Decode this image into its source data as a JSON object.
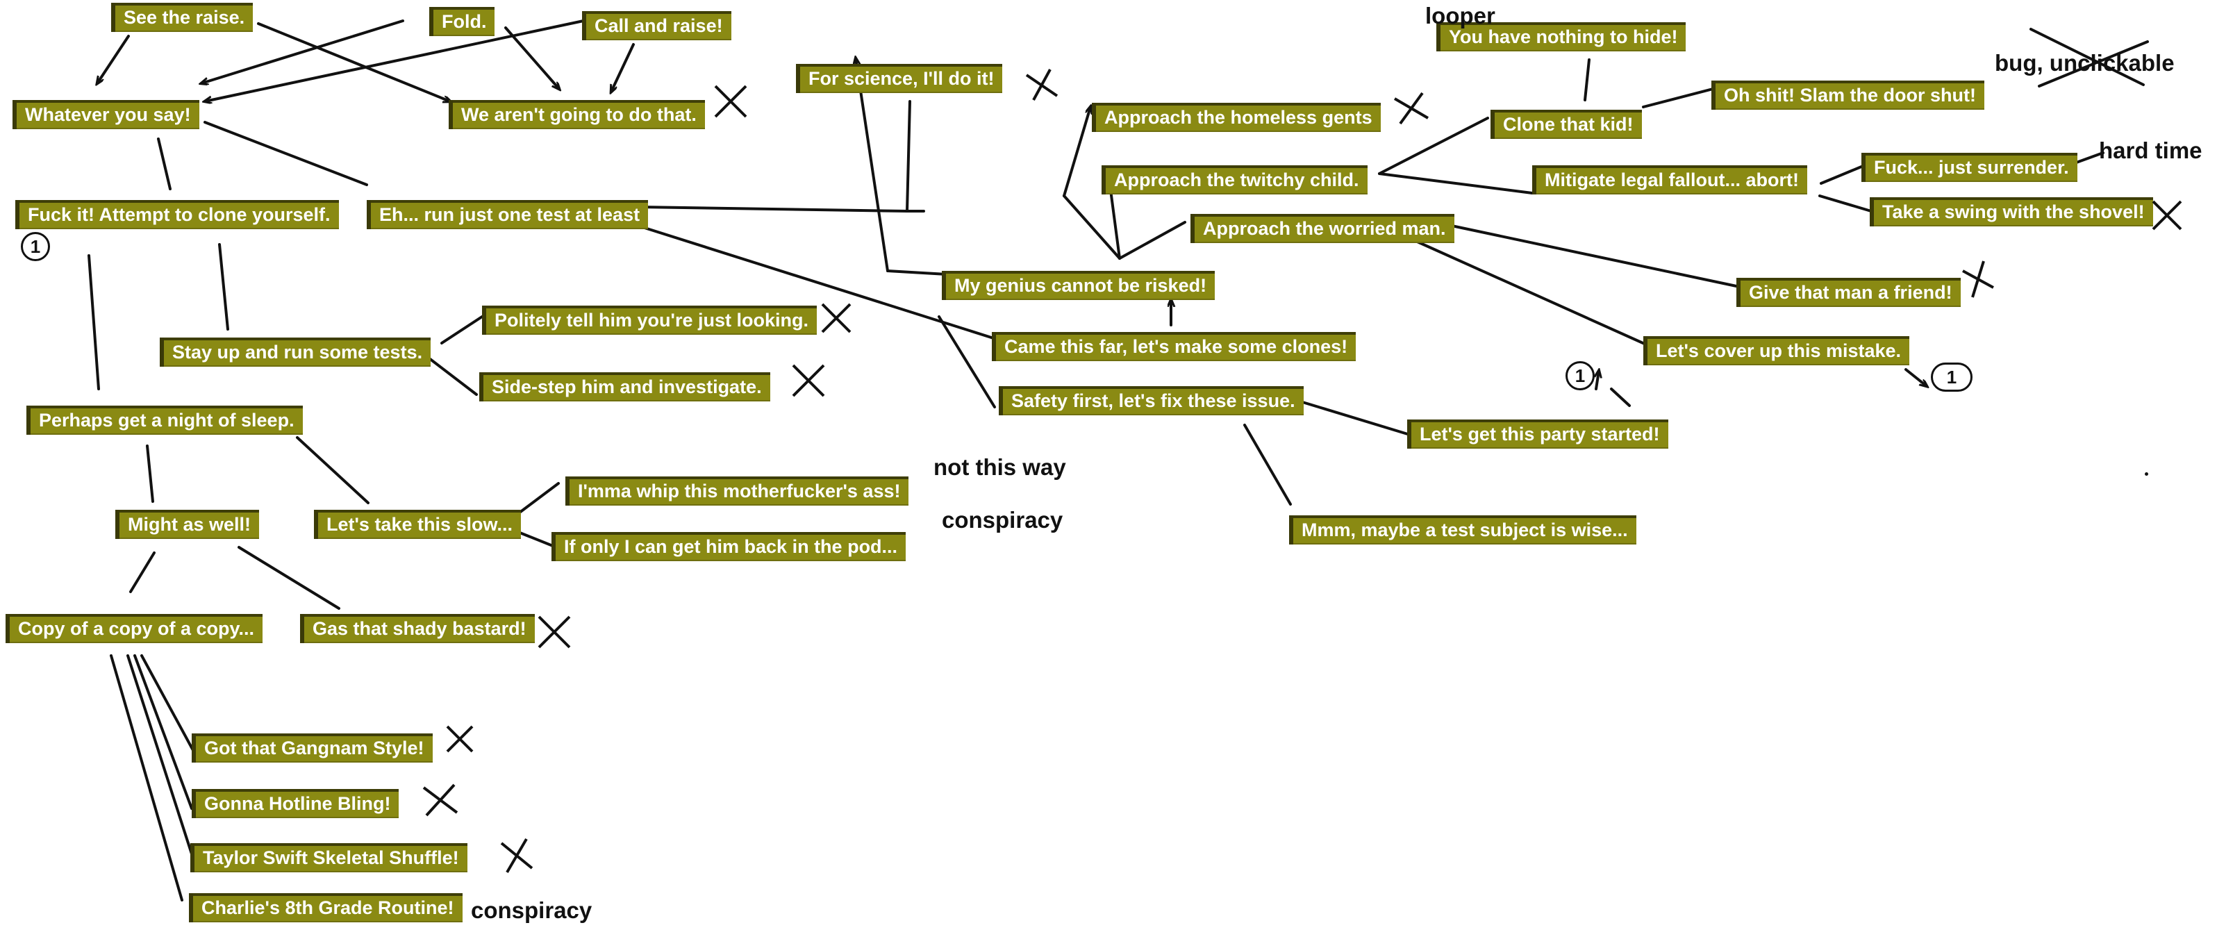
{
  "nodes": {
    "see_raise": "See the raise.",
    "fold": "Fold.",
    "call_raise": "Call and raise!",
    "whatever": "Whatever you say!",
    "not_going": "We aren't going to do that.",
    "for_science": "For science, I'll do it!",
    "clone_yourself": "Fuck it! Attempt to clone yourself.",
    "one_test": "Eh... run just one test at least",
    "stay_up": "Stay up and run some tests.",
    "politely": "Politely tell him you're just looking.",
    "side_step": "Side-step him and investigate.",
    "night_sleep": "Perhaps get a night of sleep.",
    "might_as_well": "Might as well!",
    "take_slow": "Let's take this slow...",
    "whip": "I'mma whip this motherfucker's ass!",
    "back_pod": "If only I can get him back in the pod...",
    "copy_copy": "Copy of a copy of a copy...",
    "gas": "Gas that shady bastard!",
    "gangnam": "Got that Gangnam Style!",
    "hotline": "Gonna Hotline Bling!",
    "taylor": "Taylor Swift Skeletal Shuffle!",
    "charlie": "Charlie's 8th Grade Routine!",
    "genius": "My genius cannot be risked!",
    "came_far": "Came this far, let's make some clones!",
    "safety": "Safety first, let's fix these issue.",
    "party": "Let's get this party started!",
    "test_subject": "Mmm, maybe a test subject is wise...",
    "homeless": "Approach the homeless gents",
    "twitchy": "Approach the twitchy child.",
    "worried": "Approach the worried man.",
    "nothing_hide": "You have nothing to hide!",
    "clone_kid": "Clone that kid!",
    "slam_door": "Oh shit! Slam the door shut!",
    "mitigate": "Mitigate legal fallout... abort!",
    "surrender": "Fuck... just surrender.",
    "shovel": "Take a swing with the shovel!",
    "friend": "Give that man a friend!",
    "cover_up": "Let's cover up this mistake."
  },
  "notes": {
    "looper": "looper",
    "bug": "bug, unclickable",
    "hard_time": "hard time",
    "not_this_way": "not this way",
    "conspiracy_1": "conspiracy",
    "conspiracy_2": "conspiracy"
  },
  "markers": {
    "one": "1"
  },
  "colors": {
    "node_fill": "#8a8a13",
    "node_text": "#ffffff",
    "line": "#111111"
  }
}
